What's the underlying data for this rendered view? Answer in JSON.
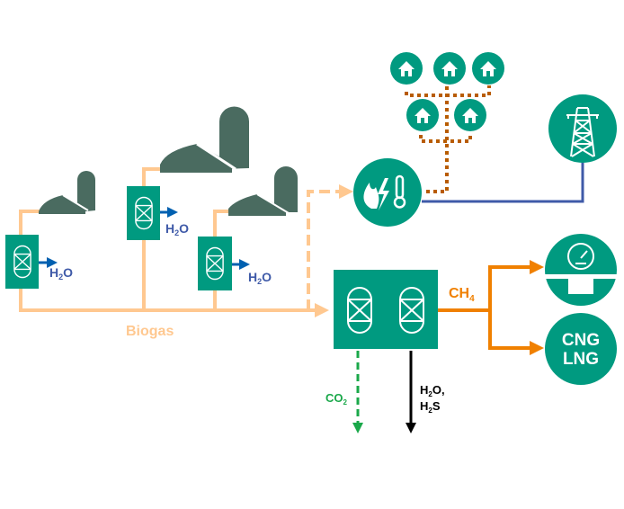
{
  "labels": {
    "h2o": "H",
    "h2o_sub": "2",
    "h2o_tail": "O",
    "biogas": "Biogas",
    "ch4_main": "CH",
    "ch4_sub": "4",
    "co2_main": "CO",
    "co2_sub": "2",
    "waste_line1_main": "H",
    "waste_line1_sub": "2",
    "waste_line1_tail": "O,",
    "waste_line2_main": "H",
    "waste_line2_sub": "2",
    "waste_line2_tail": "S",
    "cng": "CNG",
    "lng": "LNG"
  },
  "icons": [
    "digester-icon",
    "separator-icon",
    "upgrader-icon",
    "chp-icon",
    "house-icon",
    "power-tower-icon",
    "gas-grid-gauge-icon",
    "cng-lng-icon"
  ],
  "colors": {
    "teal": "#009a80",
    "digester": "#4a6b60",
    "biogas": "#ffc890",
    "methane": "#f08000",
    "heat": "#b85c00",
    "electricity": "#3f5aa8",
    "water": "#0060b0",
    "co2": "#1aa84a",
    "waste": "#000000"
  }
}
